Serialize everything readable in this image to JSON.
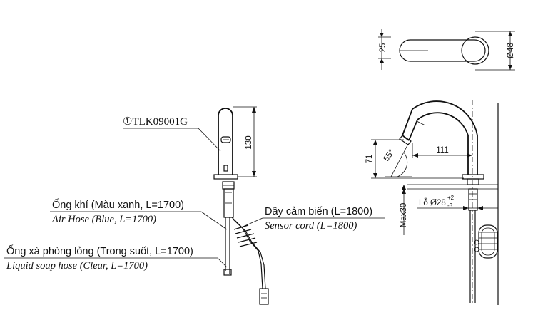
{
  "part_label": "①TLK09001G",
  "labels": {
    "air_hose_vi": "Ống khí (Màu xanh, L=1700)",
    "air_hose_en": "Air Hose (Blue, L=1700)",
    "sensor_vi": "Dây cảm biến (L=1800)",
    "sensor_en": "Sensor cord (L=1800)",
    "soap_vi": "Ống xà phòng lỏng (Trong suốt, L=1700)",
    "soap_en": "Liquid soap hose (Clear, L=1700)"
  },
  "dimensions": {
    "top_height": "25",
    "top_diameter": "Ø48",
    "front_height": "130",
    "side_height": "71",
    "side_angle": "55°",
    "side_reach": "111",
    "side_max": "Max30",
    "hole_prefix": "Lỗ Ø28",
    "hole_tol_plus": "+2",
    "hole_tol_minus": "-3"
  }
}
